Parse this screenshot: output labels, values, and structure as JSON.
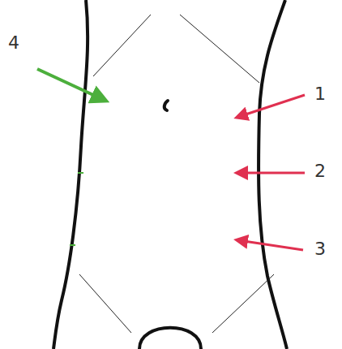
{
  "diagram": {
    "labels": [
      "4",
      "1",
      "2",
      "3"
    ]
  }
}
